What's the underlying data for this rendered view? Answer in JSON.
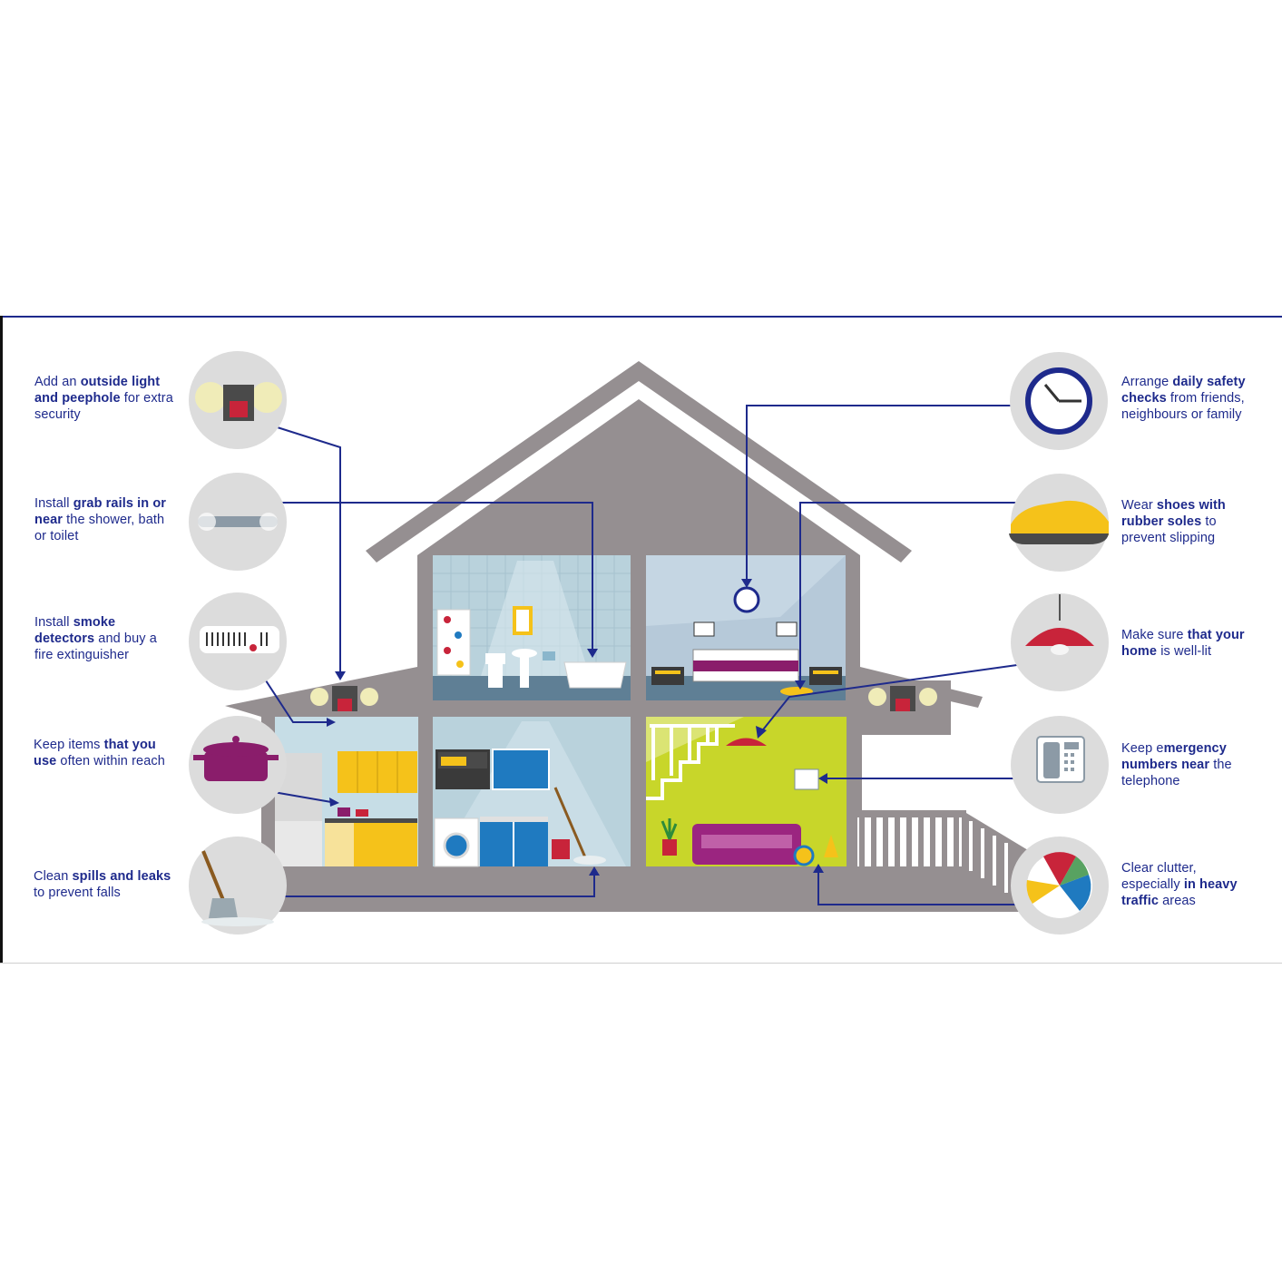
{
  "tips": {
    "outside_light": {
      "pre": "Add an ",
      "bold": "outside light and peephole",
      "post": " for extra security"
    },
    "grab_rails": {
      "pre": "Install ",
      "bold": "grab rails in or near",
      "post": " the shower, bath or toilet"
    },
    "smoke_detectors": {
      "pre": "Install ",
      "bold": "smoke detectors",
      "post": " and buy a fire extinguisher"
    },
    "keep_items": {
      "pre": "Keep items ",
      "bold": "that you use",
      "post": " often within reach"
    },
    "clean_spills": {
      "pre": "Clean ",
      "bold": "spills and leaks",
      "post": " to prevent falls"
    },
    "safety_checks": {
      "pre": "Arrange ",
      "bold": "daily safety checks",
      "post": " from friends, neighbours or family"
    },
    "shoes": {
      "pre": "Wear ",
      "bold": "shoes with rubber soles",
      "post": " to prevent slipping"
    },
    "well_lit": {
      "pre": "Make sure ",
      "bold": "that your home",
      "post": " is well-lit"
    },
    "emergency": {
      "pre": "Keep e",
      "bold": "mergency numbers near",
      "post": " the telephone"
    },
    "clutter": {
      "pre": "Clear clutter, especially ",
      "bold": "in heavy traffic",
      "post": " areas"
    }
  },
  "icons": [
    "outside-light-icon",
    "grab-rail-icon",
    "smoke-detector-icon",
    "cooking-pot-icon",
    "mop-icon",
    "clock-icon",
    "shoe-icon",
    "pendant-lamp-icon",
    "telephone-icon",
    "beach-ball-icon"
  ],
  "colors": {
    "connector": "#1e2a8c",
    "house": "#958f91",
    "icon_circle": "#dcdcdc",
    "yellow_green": "#c8d62a",
    "magenta": "#8a1d6b",
    "blue": "#1f7ac0",
    "kitchen_yellow": "#f5c21a"
  }
}
